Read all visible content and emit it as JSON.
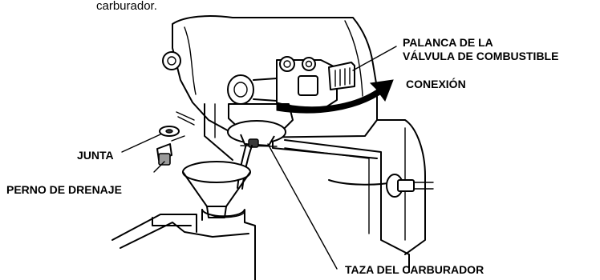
{
  "caption_fragment": "carburador.",
  "labels": {
    "fuel_valve_lever_line1": "PALANCA DE LA",
    "fuel_valve_lever_line2": "VÁLVULA DE COMBUSTIBLE",
    "on_position": "CONEXIÓN",
    "gasket": "JUNTA",
    "drain_bolt": "PERNO DE DRENAJE",
    "carburetor_bowl": "TAZA DEL CARBURADOR"
  }
}
